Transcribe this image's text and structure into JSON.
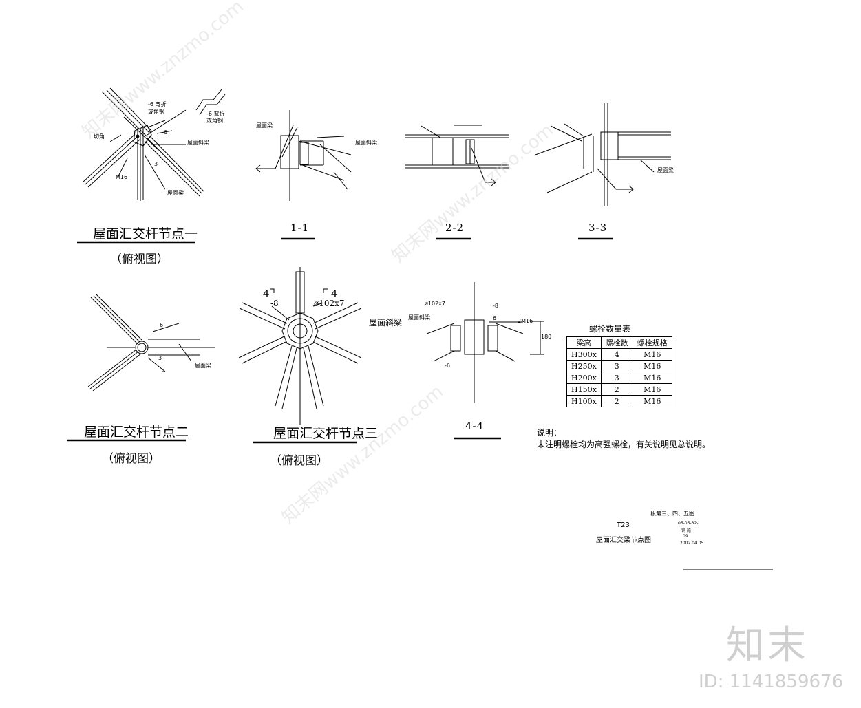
{
  "details": {
    "node1": {
      "title": "屋面汇交杆节点一",
      "subtitle": "（俯视图）",
      "labels": {
        "bend": "-6 弯折",
        "angle": "或角钢",
        "cut": "切角",
        "m16": "M16",
        "slope_beam": "屋面斜梁",
        "beam": "屋面梁",
        "six": "6",
        "three": "3"
      },
      "inset": {
        "bend": "-6 弯折",
        "angle": "或角钢"
      }
    },
    "node2": {
      "title": "屋面汇交杆节点二",
      "subtitle": "（俯视图）",
      "labels": {
        "beam": "屋面梁",
        "six": "6",
        "three": "3"
      }
    },
    "node3": {
      "title": "屋面汇交杆节点三",
      "subtitle": "（俯视图）",
      "labels": {
        "cut_left": "4",
        "cut_right": "4",
        "plate": "-8",
        "pipe": "ø102x7",
        "slope_beam": "屋面斜梁"
      }
    }
  },
  "sections": {
    "s11": {
      "title": "1-1",
      "labels": {
        "beam": "屋面梁",
        "slope_beam": "屋面斜梁"
      }
    },
    "s22": {
      "title": "2-2"
    },
    "s33": {
      "title": "3-3",
      "labels": {
        "beam": "屋面梁"
      }
    },
    "s44": {
      "title": "4-4",
      "labels": {
        "pipe": "ø102x7",
        "slope_beam": "屋面斜梁",
        "plate_top": "-8",
        "plate_bottom": "-6",
        "six": "6",
        "bolt": "2M16",
        "dim": "180"
      }
    }
  },
  "bolt_table": {
    "title": "螺栓数量表",
    "headers": [
      "梁高",
      "螺栓数",
      "螺栓规格"
    ],
    "rows": [
      [
        "H300x",
        "4",
        "M16"
      ],
      [
        "H250x",
        "3",
        "M16"
      ],
      [
        "H200x",
        "3",
        "M16"
      ],
      [
        "H150x",
        "2",
        "M16"
      ],
      [
        "H100x",
        "2",
        "M16"
      ]
    ]
  },
  "notes": {
    "heading": "说明：",
    "text": "未注明螺栓均为高强螺栓，有关说明见总说明。"
  },
  "title_block": {
    "ref": "段第三、四、五图",
    "code": "T23",
    "name": "屋面汇交梁节点图",
    "small1": "05-05-B2-",
    "small2": "钢 施",
    "small3": "09",
    "date": "2002.04.05"
  },
  "watermark": {
    "logo": "知末",
    "id": "ID: 1141859676",
    "text": "知末网www.znzmo.com"
  }
}
